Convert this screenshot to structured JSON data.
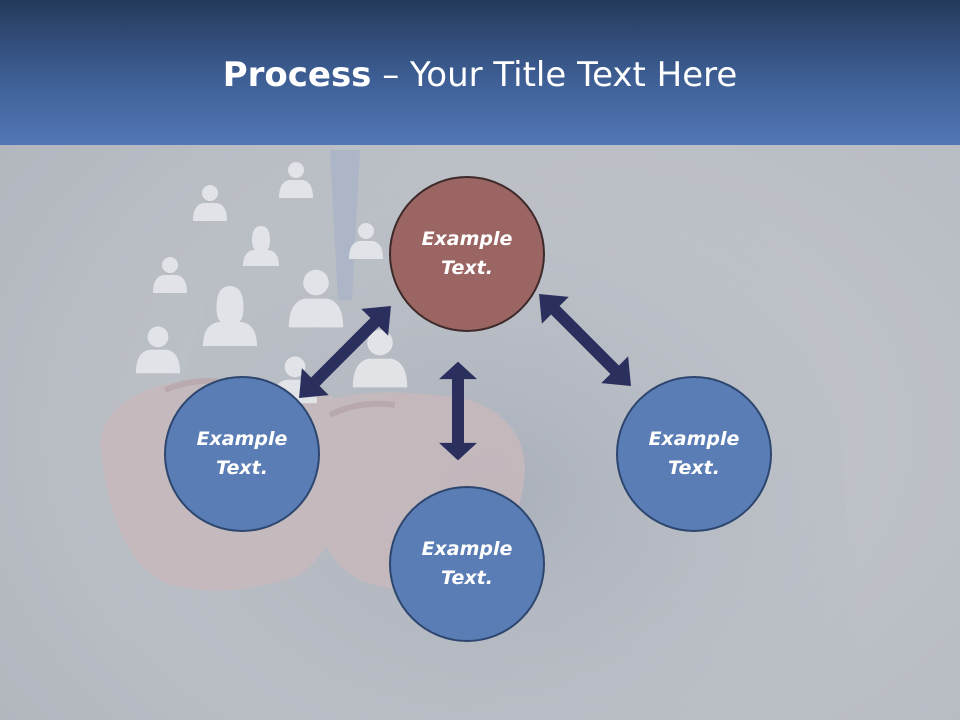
{
  "title": {
    "bold": "Process",
    "rest": " – Your Title Text Here"
  },
  "nodes": [
    {
      "id": "top",
      "label": "Example\nText.",
      "color": "#9a6563"
    },
    {
      "id": "left",
      "label": "Example\nText.",
      "color": "#5a7db5"
    },
    {
      "id": "right",
      "label": "Example\nText.",
      "color": "#5a7db5"
    },
    {
      "id": "bottom",
      "label": "Example\nText.",
      "color": "#5a7db5"
    }
  ],
  "colors": {
    "arrow": "#2a2f5e",
    "header": "#3e5f95",
    "background": "#c0c3c9"
  },
  "icons": [
    "people-icon",
    "hands-image",
    "double-arrow-icon"
  ]
}
